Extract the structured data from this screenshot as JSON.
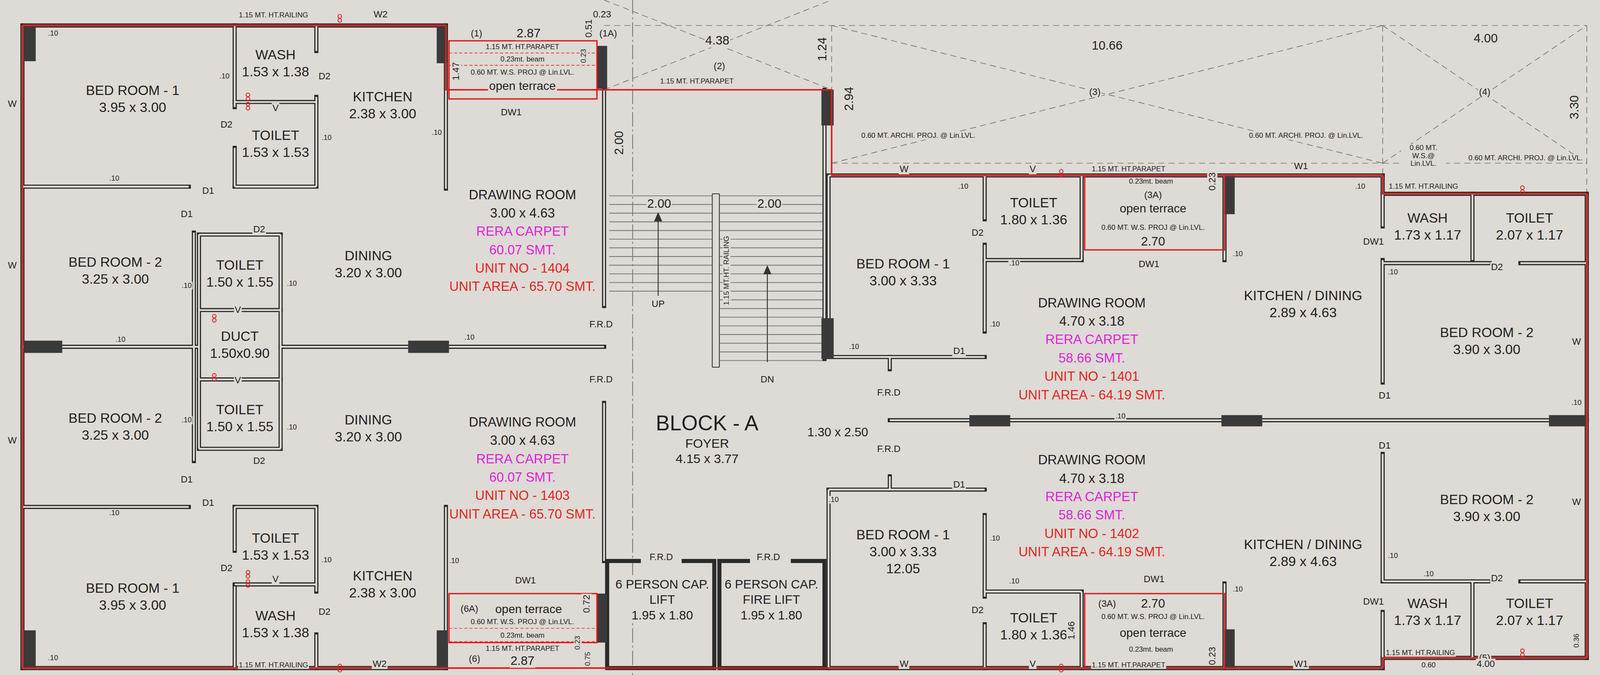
{
  "diagram": {
    "nodes": [
      {
        "text": [
          "BED ROOM - 1",
          "3.95 x 3.00"
        ]
      },
      {
        "text": [
          "WASH",
          "1.53 x 1.38"
        ]
      },
      {
        "text": [
          "KITCHEN",
          "2.38 x 3.00"
        ]
      },
      {
        "text": [
          "open terrace"
        ]
      },
      {
        "text": [
          "TOILET",
          "1.53 x 1.53"
        ]
      },
      {
        "text": [
          "DRAWING ROOM",
          "3.00 x 4.63",
          "RERA CARPET 60.07 SMT.",
          "UNIT NO - 1404",
          "UNIT AREA - 65.70 SMT."
        ]
      },
      {
        "text": [
          "BED ROOM - 2",
          "3.25 x 3.00"
        ]
      },
      {
        "text": [
          "TOILET",
          "1.50 x 1.55"
        ]
      },
      {
        "text": [
          "DINING",
          "3.20 x 3.00"
        ]
      },
      {
        "text": [
          "DUCT",
          "1.50x0.90"
        ]
      },
      {
        "text": [
          "BED ROOM - 2",
          "3.25 x 3.00"
        ]
      },
      {
        "text": [
          "TOILET",
          "1.50 x 1.55"
        ]
      },
      {
        "text": [
          "DINING",
          "3.20 x 3.00"
        ]
      },
      {
        "text": [
          "DRAWING ROOM",
          "3.00 x 4.63",
          "RERA CARPET 60.07 SMT.",
          "UNIT NO - 1403",
          "UNIT AREA - 65.70 SMT."
        ]
      },
      {
        "text": [
          "TOILET",
          "1.53 x 1.53"
        ]
      },
      {
        "text": [
          "KITCHEN",
          "2.38 x 3.00"
        ]
      },
      {
        "text": [
          "BED ROOM - 1",
          "3.95 x 3.00"
        ]
      },
      {
        "text": [
          "WASH",
          "1.53 x 1.38"
        ]
      },
      {
        "text": [
          "open terrace"
        ]
      },
      {
        "text": [
          "BLOCK - A",
          "FOYER",
          "4.15 x 3.77"
        ]
      },
      {
        "text": [
          "6 PERSON CAP. LIFT",
          "1.95 x 1.80"
        ]
      },
      {
        "text": [
          "6 PERSON CAP. FIRE LIFT",
          "1.95 x 1.80"
        ]
      },
      {
        "text": [
          "TOILET",
          "1.80 x 1.36"
        ]
      },
      {
        "text": [
          "open terrace"
        ]
      },
      {
        "text": [
          "WASH",
          "1.73 x 1.17"
        ]
      },
      {
        "text": [
          "TOILET",
          "2.07 x 1.17"
        ]
      },
      {
        "text": [
          "BED ROOM - 1",
          "3.00 x 3.33"
        ]
      },
      {
        "text": [
          "DRAWING ROOM",
          "4.70 x 3.18",
          "RERA CARPET 58.66 SMT.",
          "UNIT NO - 1401",
          "UNIT AREA - 64.19 SMT."
        ]
      },
      {
        "text": [
          "KITCHEN / DINING",
          "2.89 x 4.63"
        ]
      },
      {
        "text": [
          "BED ROOM - 2",
          "3.90 x 3.00"
        ]
      },
      {
        "text": [
          "DRAWING ROOM",
          "4.70 x 3.18",
          "RERA CARPET 58.66 SMT.",
          "UNIT NO - 1402",
          "UNIT AREA - 64.19 SMT."
        ]
      },
      {
        "text": [
          "BED ROOM - 2",
          "3.90 x 3.00"
        ]
      },
      {
        "text": [
          "BED ROOM - 1",
          "3.00 x 3.33",
          "12.05"
        ]
      },
      {
        "text": [
          "KITCHEN / DINING",
          "2.89 x 4.63"
        ]
      },
      {
        "text": [
          "TOILET",
          "1.80 x 1.36"
        ]
      },
      {
        "text": [
          "open terrace"
        ]
      },
      {
        "text": [
          "WASH",
          "1.73 x 1.17"
        ]
      },
      {
        "text": [
          "TOILET",
          "2.07 x 1.17"
        ]
      }
    ],
    "labels": [
      "W2",
      "1.15 MT. HT.RAILING",
      "(1)",
      "2.87",
      "0.23",
      "(1A)",
      "0.51",
      "1.47",
      "1.15 MT. HT.PARAPET",
      "0.23mt. beam",
      "0.60 MT. W.S. PROJ @ Lin.LVL.",
      "0.23",
      "DW1",
      "4.38",
      "(2)",
      "1.15 MT. HT.PARAPET",
      "1.24",
      "2.94",
      "10.66",
      "(3)",
      "4.00",
      "(4)",
      "3.30",
      "0.60 MT. ARCHI. PROJ. @ Lin.LVL.",
      "0.60 MT. ARCHI. PROJ. @ Lin.LVL.",
      "0.60 MT. W.S.@ Lin.LVL.",
      "0.60 MT. ARCHI. PROJ. @ Lin.LVL.",
      "1.15 MT. HT.RAILING",
      ".10",
      "W",
      ".10",
      "D2",
      "V",
      "D2",
      ".10",
      ".10",
      ".10",
      "D1",
      "D1",
      "D2",
      "W",
      ".10",
      ".10",
      "V",
      ".10",
      ".10",
      "2.00",
      "2.00",
      "2.00",
      "1.15 MT.HT. RAILING",
      "UP",
      "DN",
      "F.R.D",
      "F.R.D",
      "V",
      "W",
      ".10",
      ".10",
      "D2",
      "D1",
      "D1",
      ".10",
      "D2",
      "V",
      ".10",
      ".10",
      "D2",
      ".10",
      "DW1",
      "(6A)",
      "0.60 MT. W.S. PROJ @ Lin.LVL.",
      "0.72",
      "0.23mt. beam",
      "0.23",
      "0.75",
      "1.15 MT. HT.PARAPET",
      "(6)",
      "2.87",
      "1.15 MT. HT.RAILING",
      "W2",
      "F.R.D",
      "F.R.D",
      "1.30 x 2.50",
      "F.R.D",
      "F.R.D",
      "W",
      ".10",
      "D2",
      "V",
      "1.15 MT. HT.PARAPET",
      "0.23mt. beam",
      "0.60 MT. W.S. PROJ @ Lin.LVL.",
      "0.23",
      "W1",
      ".10",
      "DW1",
      ".10",
      ".10",
      "DW1",
      "D2",
      ".10",
      "W",
      ".10",
      "D1",
      ".10",
      "D1",
      ".10",
      ".10",
      "D1",
      "D1",
      ".10",
      "W",
      ".10",
      ".10",
      "DW1",
      ".10",
      ".10",
      "D2",
      ".10",
      "D2",
      "(3A)",
      "2.70",
      "0.60 MT. W.S. PROJ @ Lin.LVL.",
      "0.23mt. beam",
      "1.46",
      "0.23",
      "DW1",
      "1.15 MT. HT.RAILING",
      "(5)",
      "0.36",
      "1.15 MT. HT.PARAPET",
      "W",
      "V",
      "W1",
      "0.60",
      "4.00",
      "(3A)",
      "2.70"
    ]
  }
}
